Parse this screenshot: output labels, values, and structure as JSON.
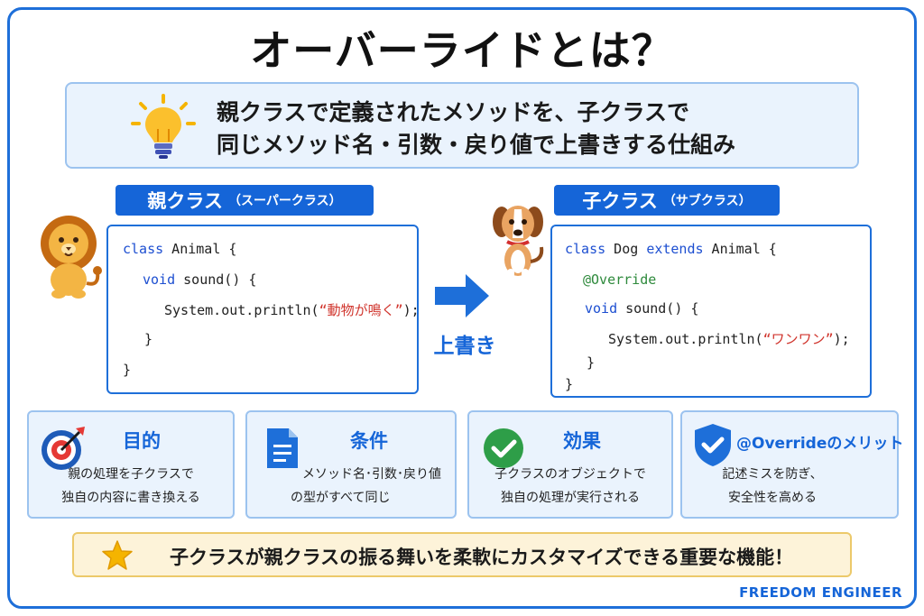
{
  "title": "オーバーライドとは？",
  "definition": {
    "icon": "lightbulb-icon",
    "line1": "親クラスで定義されたメソッドを、子クラスで",
    "line2": "同じメソッド名・引数・戻り値で上書きする仕組み"
  },
  "parent": {
    "label": "親クラス",
    "sublabel": "（スーパークラス）",
    "mascot": "lion-icon",
    "code": {
      "l1_kw": "class",
      "l1_rest": " Animal {",
      "l2_kw": "void",
      "l2_rest": " sound() {",
      "l3_pre": "System.out.println(",
      "l3_str": "“動物が鳴く”",
      "l3_post": ");",
      "l4": "}",
      "l5": "}"
    }
  },
  "child": {
    "label": "子クラス",
    "sublabel": "（サブクラス）",
    "mascot": "dog-icon",
    "code": {
      "l1_kw1": "class",
      "l1_mid": " Dog ",
      "l1_kw2": "extends",
      "l1_rest": " Animal {",
      "l2_ann": "@Override",
      "l3_kw": "void",
      "l3_rest": " sound() {",
      "l4_pre": "System.out.println(",
      "l4_str": "“ワンワン”",
      "l4_post": ");",
      "l5": "}",
      "l6": "}"
    }
  },
  "arrow": {
    "icon": "arrow-right-icon",
    "label": "上書き"
  },
  "cards": [
    {
      "icon": "target-icon",
      "title": "目的",
      "line1": "親の処理を子クラスで",
      "line2": "独自の内容に書き換える"
    },
    {
      "icon": "document-icon",
      "title": "条件",
      "line1": "メソッド名･引数･戻り値",
      "line2": "の型がすべて同じ"
    },
    {
      "icon": "check-circle-icon",
      "title": "効果",
      "line1": "子クラスのオブジェクトで",
      "line2": "独自の処理が実行される"
    },
    {
      "icon": "shield-check-icon",
      "title": "@Overrideのメリット",
      "line1": "記述ミスを防ぎ、",
      "line2": "安全性を高める"
    }
  ],
  "summary": {
    "icon": "star-icon",
    "text": "子クラスが親クラスの振る舞いを柔軟にカスタマイズできる重要な機能！"
  },
  "brand": "FREEDOM ENGINEER",
  "colors": {
    "accent": "#1565d8",
    "keyword": "#1d4fd1",
    "annotation": "#2e8a3c",
    "string": "#d0342c",
    "card_bg": "#eaf3fd",
    "summary_bg": "#fdf3d9"
  }
}
